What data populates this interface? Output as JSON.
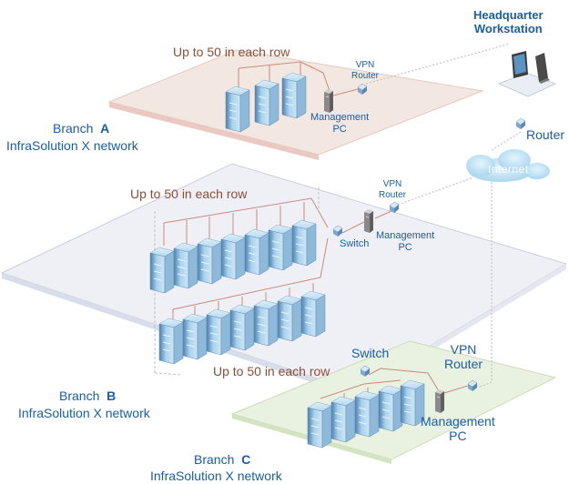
{
  "headquarter": {
    "line1": "Headquarter",
    "line2": "Workstation"
  },
  "router": "Router",
  "internet": "Internet",
  "branch_a": {
    "prefix": "Branch",
    "letter": "A",
    "network": "InfraSolution X network",
    "row_note": "Up to 50 in each row",
    "vpn_line1": "VPN",
    "vpn_line2": "Router",
    "mgmt_line1": "Management",
    "mgmt_line2": "PC"
  },
  "branch_b": {
    "prefix": "Branch",
    "letter": "B",
    "network": "InfraSolution X network",
    "row_note_top": "Up to 50 in each row",
    "row_note_bottom": "Up to 50 in each row",
    "vpn_line1": "VPN",
    "vpn_line2": "Router",
    "switch": "Switch",
    "mgmt_line1": "Management",
    "mgmt_line2": "PC"
  },
  "branch_c": {
    "prefix": "Branch",
    "letter": "C",
    "network": "InfraSolution X network",
    "switch": "Switch",
    "vpn_line1": "VPN",
    "vpn_line2": "Router",
    "mgmt_line1": "Management",
    "mgmt_line2": "PC"
  },
  "colors": {
    "label_blue": "#1a5ea8",
    "note_brown": "#8c4e38",
    "platform_a": "#f3e7e1",
    "platform_b": "#eef0f6",
    "platform_c": "#e9f1e0",
    "cloud": "#bfe2f3"
  }
}
